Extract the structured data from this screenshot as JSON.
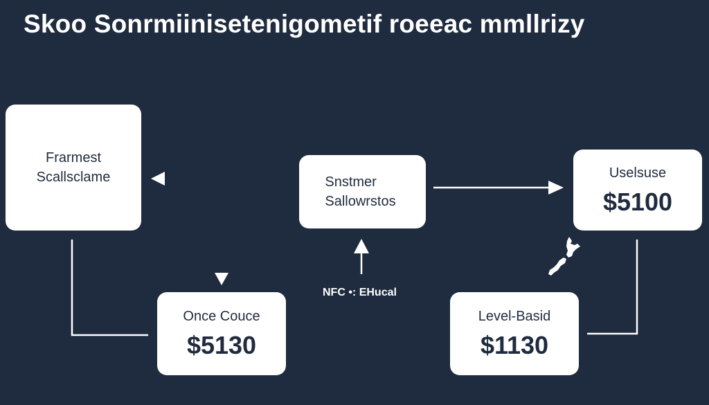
{
  "title": "Skoo Sonrmiinisetenigometif roeeac mmllrizy",
  "colors": {
    "background": "#1f2b3e",
    "card": "#ffffff",
    "text_dark": "#1f2b3e",
    "connector": "#ffffff"
  },
  "nodes": {
    "framest": {
      "line1": "Frarmest",
      "line2": "Scallsclame"
    },
    "snstmer": {
      "line1": "Snstmer",
      "line2": "Sallowrstos"
    },
    "uselsuse": {
      "label": "Uselsuse",
      "amount": "$5100"
    },
    "once_couce": {
      "label": "Once Couce",
      "amount": "$5130"
    },
    "level_basid": {
      "label": "Level-Basid",
      "amount": "$1130"
    }
  },
  "caption": "NFC •: EHucal",
  "icons": {
    "map": "new-zealand-map-icon"
  }
}
